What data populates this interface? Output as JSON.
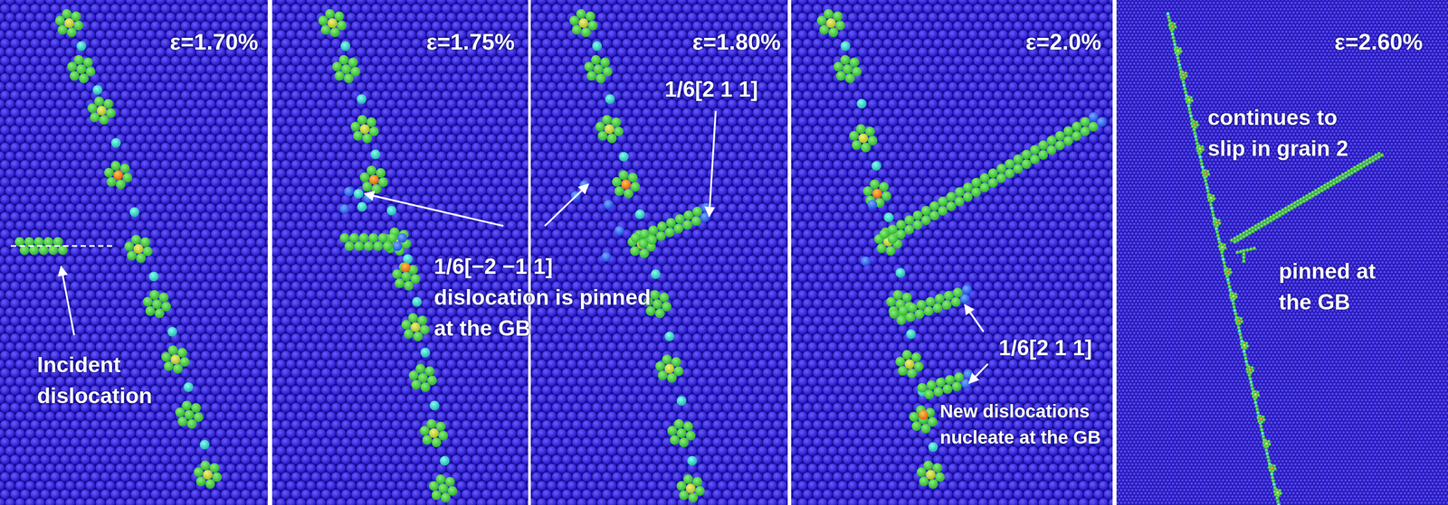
{
  "diagram": {
    "labels": [
      "ε=1.70%",
      "Incident dislocation",
      "ε=1.75%",
      "1/6[−2 −1 1] dislocation is pinned at the GB",
      "ε=1.80%",
      "1/6[2 1 1]",
      "ε=2.0%",
      "1/6[2 1 1]",
      "New dislocations nucleate at the GB",
      "ε=2.60%",
      "continues to slip in grain 2",
      "pinned at the GB"
    ]
  }
}
